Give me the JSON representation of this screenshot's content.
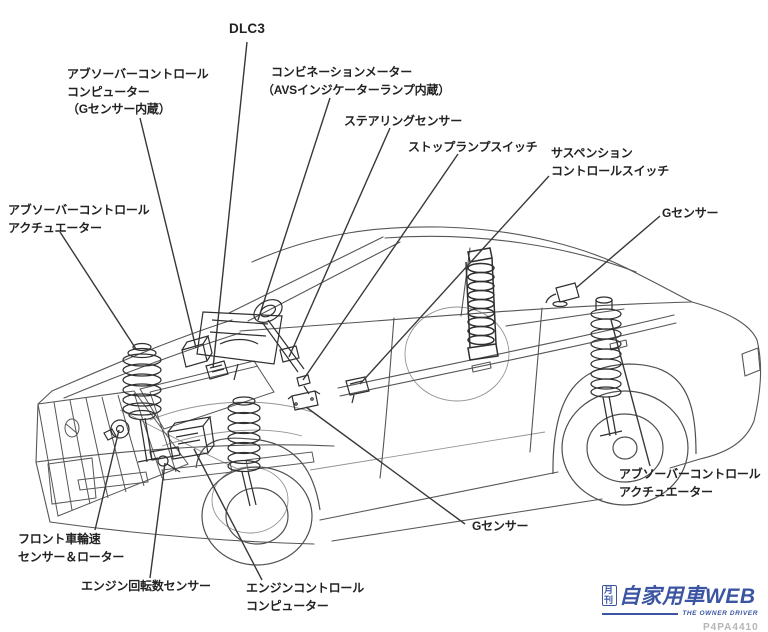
{
  "labels": {
    "dlc3": {
      "lines": [
        "DLC3"
      ]
    },
    "absorber_computer": {
      "lines": [
        "アブソーバーコントロール",
        "コンピューター",
        "（Gセンサー内蔵）"
      ]
    },
    "combination_meter": {
      "lines": [
        "コンビネーションメーター",
        "（AVSインジケーターランプ内蔵）"
      ]
    },
    "steering_sensor": {
      "lines": [
        "ステアリングセンサー"
      ]
    },
    "stop_lamp_switch": {
      "lines": [
        "ストップランプスイッチ"
      ]
    },
    "suspension_control_switch": {
      "lines": [
        "サスペンション",
        "コントロールスイッチ"
      ]
    },
    "g_sensor_rear": {
      "lines": [
        "Gセンサー"
      ]
    },
    "absorber_actuator_left": {
      "lines": [
        "アブソーバーコントロール",
        "アクチュエーター"
      ]
    },
    "front_wheel_speed_sensor": {
      "lines": [
        "フロント車輪速",
        "センサー＆ローター"
      ]
    },
    "engine_speed_sensor": {
      "lines": [
        "エンジン回転数センサー"
      ]
    },
    "engine_control_computer": {
      "lines": [
        "エンジンコントロール",
        "コンピューター"
      ]
    },
    "g_sensor_floor": {
      "lines": [
        "Gセンサー"
      ]
    },
    "absorber_actuator_right": {
      "lines": [
        "アブソーバーコントロール",
        "アクチュエーター"
      ]
    }
  },
  "logo": {
    "monthly": "月刊",
    "name": "自家用車WEB",
    "tagline": "THE OWNER DRIVER",
    "color": "#3b55a2"
  },
  "credit": "P4PA4410",
  "colors": {
    "ink": "#222222",
    "line_art": "#555555",
    "leader": "#383838",
    "logo_blue": "#3b55a2",
    "credit_gray": "#b5b5b5"
  }
}
